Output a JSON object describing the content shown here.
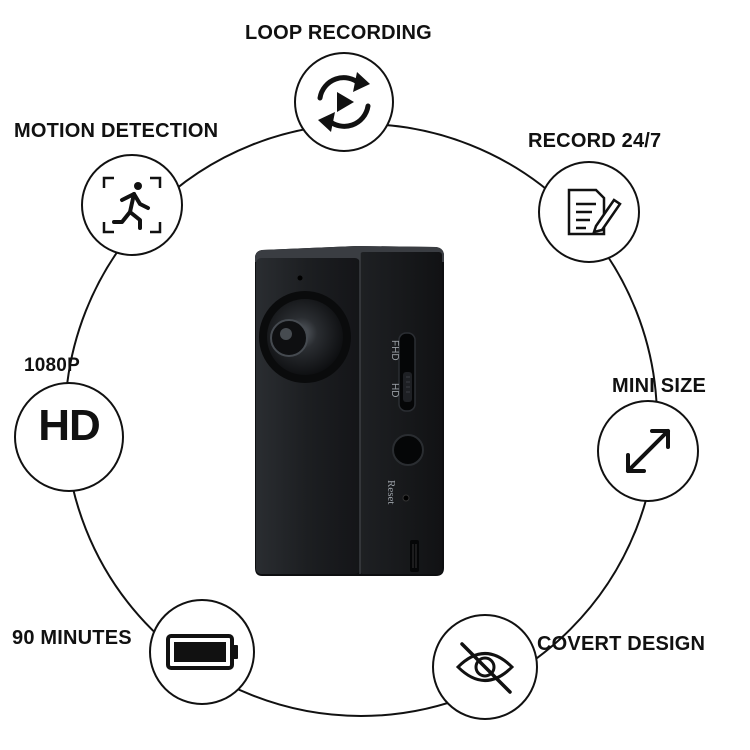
{
  "features": {
    "loop": "LOOP RECORDING",
    "motion": "MOTION DETECTION",
    "record": "RECORD 24/7",
    "resolution": "1080P",
    "resolution_badge": "HD",
    "size": "MINI SIZE",
    "battery": "90 MINUTES",
    "covert": "COVERT DESIGN"
  },
  "camera": {
    "switch_label_hd": "HD",
    "switch_label_fhd": "FHD",
    "reset_label": "Reset"
  },
  "icons": [
    "loop-recording-icon",
    "motion-detection-icon",
    "record-document-icon",
    "hd-icon",
    "mini-size-arrows-icon",
    "battery-icon",
    "covert-eye-icon"
  ]
}
